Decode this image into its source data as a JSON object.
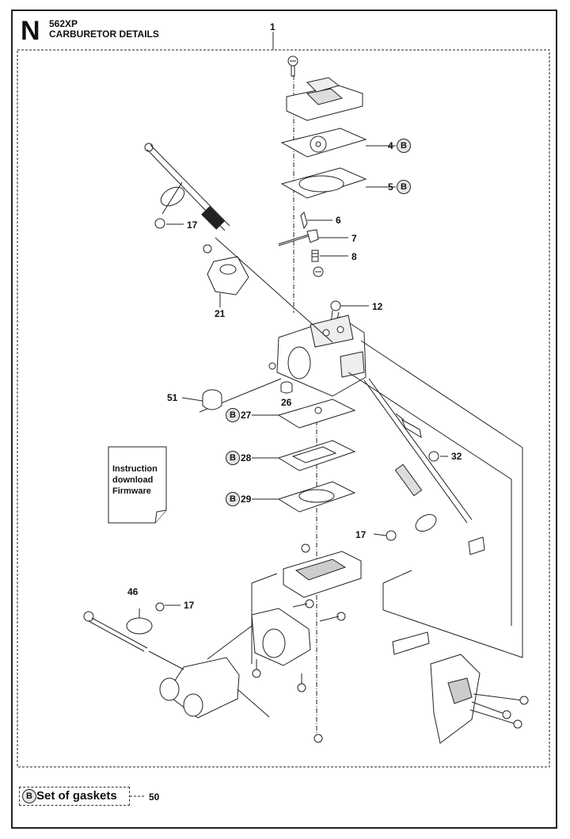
{
  "header": {
    "section_letter": "N",
    "model": "562XP",
    "title": "CARBURETOR DETAILS"
  },
  "gasket_mark": "B",
  "assembly_ref": "1",
  "callouts": {
    "c4": "4",
    "c5": "5",
    "c6": "6",
    "c7": "7",
    "c8": "8",
    "c12": "12",
    "c17a": "17",
    "c17b": "17",
    "c17c": "17",
    "c21": "21",
    "c26": "26",
    "c27": "27",
    "c28": "28",
    "c29": "29",
    "c32": "32",
    "c46": "46",
    "c51": "51"
  },
  "note": {
    "line1": "Instruction",
    "line2": "download",
    "line3": "Firmware"
  },
  "legend": {
    "mark": "B",
    "label": "Set of gaskets",
    "number": "50"
  }
}
